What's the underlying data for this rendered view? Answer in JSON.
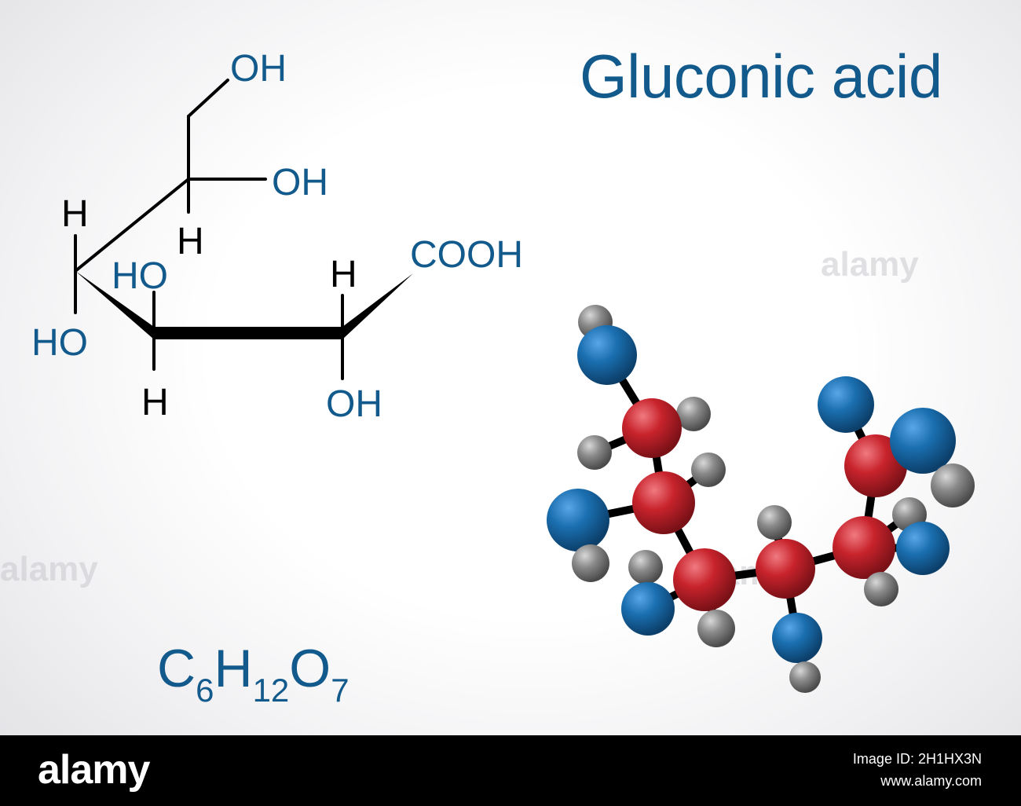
{
  "title": "Gluconic acid",
  "formula": {
    "c": "C",
    "c_n": "6",
    "h": "H",
    "h_n": "12",
    "o": "O",
    "o_n": "7"
  },
  "structure_labels": {
    "oh_top": "OH",
    "oh_c5": "OH",
    "h_c5": "H",
    "h_c4": "H",
    "ho_c4": "HO",
    "ho_c3": "HO",
    "h_c3": "H",
    "h_c2": "H",
    "oh_c2": "OH",
    "cooh": "COOH"
  },
  "watermark": "alamy",
  "footer": {
    "brand": "alamy",
    "image_id": "Image ID: 2H1HX3N",
    "site": "www.alamy.com"
  },
  "colors": {
    "label_blue": "#135a8c",
    "bond": "#000000",
    "atom_oxygen": "#1a6fb0",
    "atom_carbon": "#c8232c",
    "atom_hydrogen": "#8a8a8a"
  },
  "icons": [
    "lewis-structure",
    "ball-and-stick-model"
  ]
}
